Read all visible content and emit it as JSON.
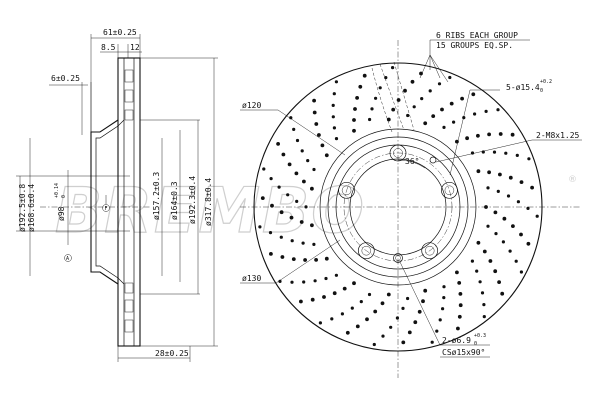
{
  "watermark": {
    "brand": "BREMBO",
    "reg": "®"
  },
  "side_view": {
    "dims_top": [
      "61±0.25",
      "8.5",
      "12"
    ],
    "dim_left_top": "6±0.25",
    "dim_bottom": "28±0.25",
    "diameters": [
      "ø192.5±0.8",
      "ø168.6±0.4",
      "ø98",
      "ø157.2±0.3",
      "ø164±0.3",
      "ø192.3±0.4",
      "ø317.8±0.4"
    ],
    "tol_98": "+0.14",
    "tol_98b": "0",
    "datum_a": "A",
    "datum_f": "F"
  },
  "front_view": {
    "ribs_note_1": "6 RIBS EACH GROUP",
    "ribs_note_2": "15 GROUPS EQ.SP.",
    "hole_note": "5-ø15.4",
    "hole_tol_up": "+0.2",
    "hole_tol_dn": "0",
    "thread_note": "2-M8x1.25",
    "angle": "36°",
    "dia_120": "ø120",
    "dia_130": "ø130",
    "small_hole": "2-ø6.9",
    "small_hole_tol": "+0.3",
    "small_hole_tol_dn": "0",
    "csink": "CSø15x90°"
  }
}
